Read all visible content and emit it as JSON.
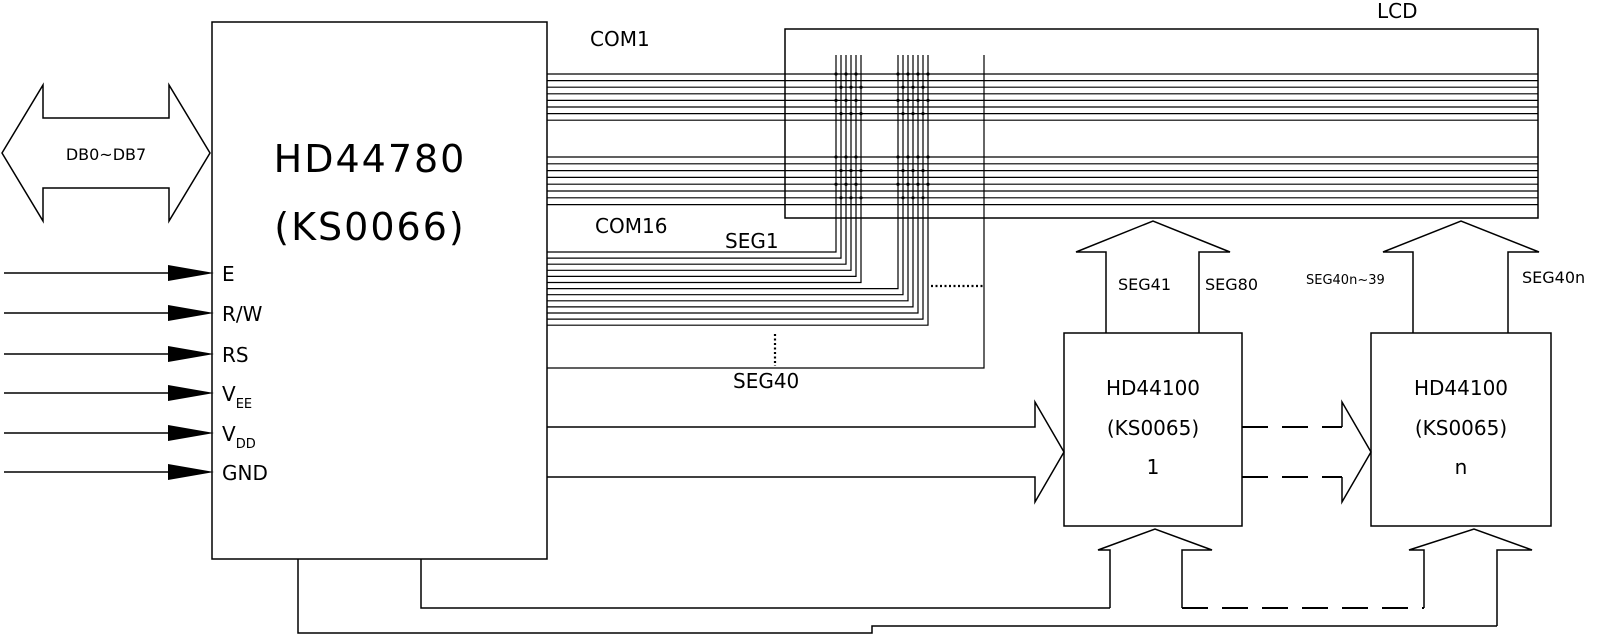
{
  "lcd": {
    "label": "LCD"
  },
  "controller": {
    "name": "HD44780",
    "alt": "(KS0066)"
  },
  "bus": {
    "label": "DB0~DB7"
  },
  "pins": [
    {
      "label": "E",
      "sub": ""
    },
    {
      "label": "R/W",
      "sub": ""
    },
    {
      "label": "RS",
      "sub": ""
    },
    {
      "label": "V",
      "sub": "EE"
    },
    {
      "label": "V",
      "sub": "DD"
    },
    {
      "label": "GND",
      "sub": ""
    }
  ],
  "com": {
    "first": "COM1",
    "last": "COM16"
  },
  "seg": {
    "first": "SEG1",
    "last": "SEG40"
  },
  "drivers": [
    {
      "name": "HD44100",
      "alt": "(KS0065)",
      "index": "1",
      "seg_left": "SEG41",
      "seg_right": "SEG80"
    },
    {
      "name": "HD44100",
      "alt": "(KS0065)",
      "index": "n",
      "seg_left": "SEG40n~39",
      "seg_right": "SEG40n"
    }
  ]
}
